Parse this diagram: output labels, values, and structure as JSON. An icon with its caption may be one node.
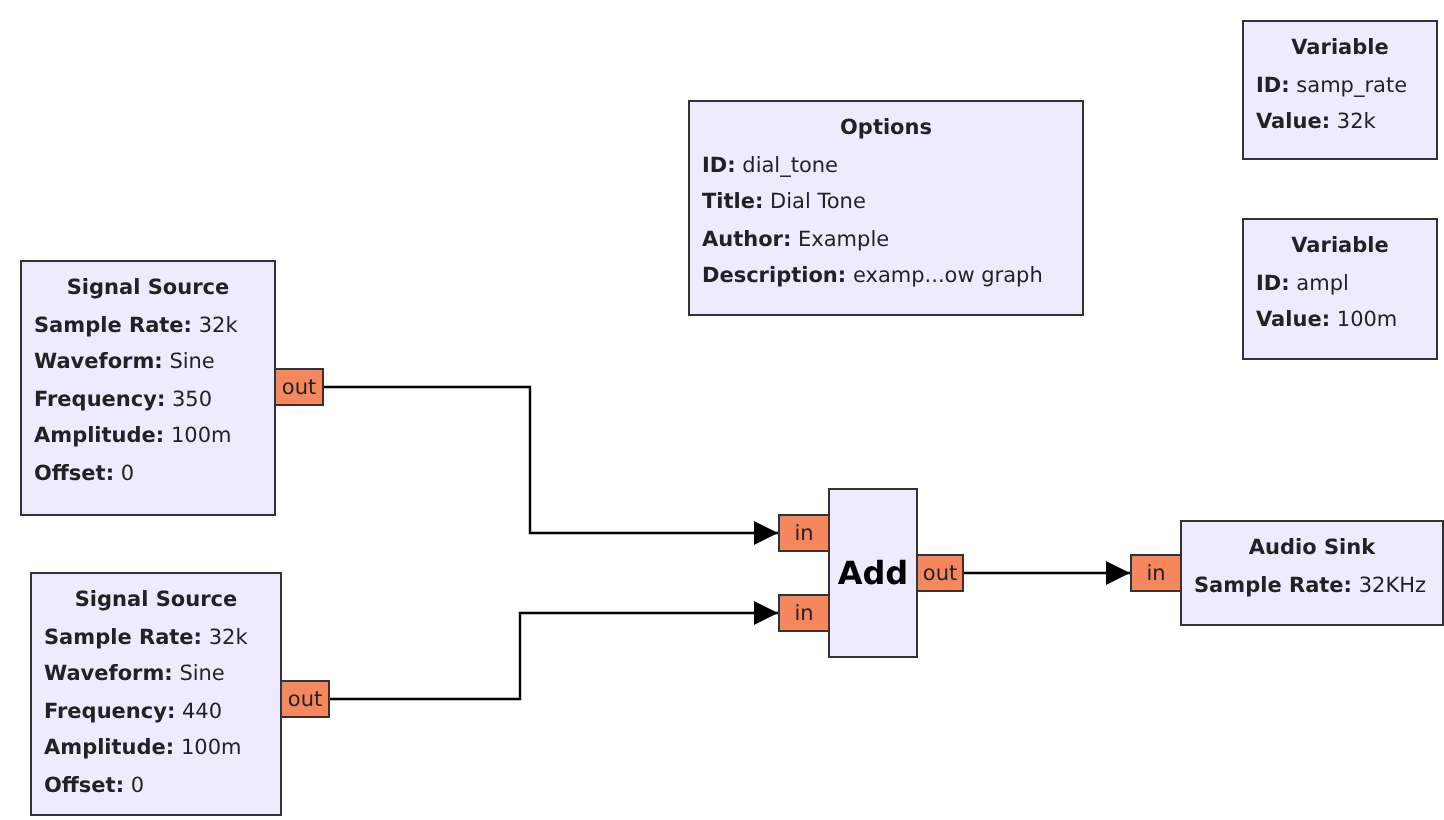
{
  "diagram": {
    "nodes": [
      {
        "text": [
          "Options",
          "**ID:** dial_tone",
          "**Title:** Dial Tone",
          "**Author:** Example",
          "**Description:** examp...ow graph"
        ]
      },
      {
        "text": [
          "Variable",
          "**ID:** samp_rate",
          "**Value:** 32k"
        ]
      },
      {
        "text": [
          "Variable",
          "**ID:** ampl",
          "**Value:** 100m"
        ]
      },
      {
        "text": [
          "Signal Source",
          "**Sample Rate:** 32k",
          "**Waveform:** Sine",
          "**Frequency:** 350",
          "**Amplitude:** 100m",
          "**Offset:** 0"
        ]
      },
      {
        "text": [
          "out"
        ]
      },
      {
        "text": [
          "Signal Source",
          "**Sample Rate:** 32k",
          "**Waveform:** Sine",
          "**Frequency:** 440",
          "**Amplitude:** 100m",
          "**Offset:** 0"
        ]
      },
      {
        "text": [
          "out"
        ]
      },
      {
        "text": [
          "Add"
        ]
      },
      {
        "text": [
          "in"
        ]
      },
      {
        "text": [
          "in"
        ]
      },
      {
        "text": [
          "out"
        ]
      },
      {
        "text": [
          "Audio Sink",
          "**Sample Rate:** 32KHz"
        ]
      },
      {
        "text": [
          "in"
        ]
      }
    ],
    "edges": [
      {
        "from": 4,
        "to": 8,
        "arrow": "to"
      },
      {
        "from": 6,
        "to": 9,
        "arrow": "to"
      },
      {
        "from": 10,
        "to": 12,
        "arrow": "to"
      }
    ]
  }
}
